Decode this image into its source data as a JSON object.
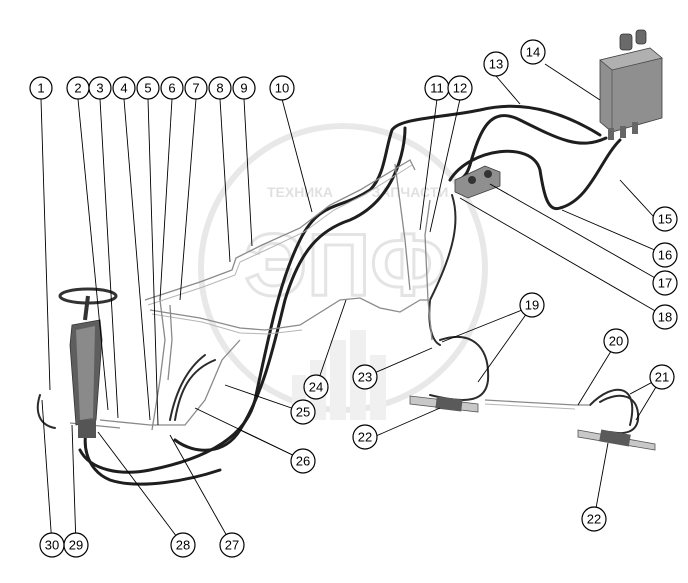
{
  "watermark": {
    "line1": "ТЕХНИКА",
    "line2": "ЗАПЧАСТИ",
    "logo": "ЭПФ"
  },
  "callouts": [
    "1",
    "2",
    "3",
    "4",
    "5",
    "6",
    "7",
    "8",
    "9",
    "10",
    "11",
    "12",
    "13",
    "14",
    "15",
    "16",
    "17",
    "18",
    "19",
    "20",
    "21",
    "22",
    "23",
    "24",
    "25",
    "26",
    "27",
    "28",
    "29",
    "30",
    "22"
  ]
}
